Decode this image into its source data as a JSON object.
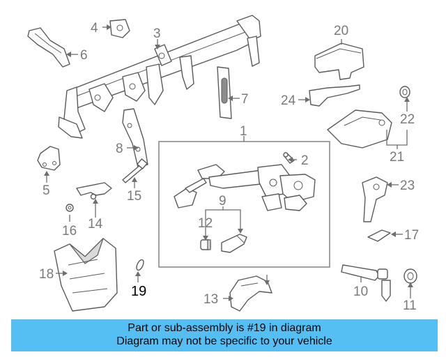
{
  "diagram": {
    "callouts": {
      "c1": "1",
      "c2": "2",
      "c3": "3",
      "c4": "4",
      "c5": "5",
      "c6": "6",
      "c7": "7",
      "c8": "8",
      "c9": "9",
      "c10": "10",
      "c11": "11",
      "c12": "12",
      "c13": "13",
      "c14": "14",
      "c15": "15",
      "c16": "16",
      "c17": "17",
      "c18": "18",
      "c19": "19",
      "c20": "20",
      "c21": "21",
      "c22": "22",
      "c23": "23",
      "c24": "24"
    },
    "highlighted_part": "19",
    "colors": {
      "banner": "#55bff3",
      "line_art": "#5a5a5a",
      "label": "#7a7a7a",
      "highlight": "#000000"
    }
  },
  "banner": {
    "line1": "Part or sub-assembly is #19 in diagram",
    "line2": "Diagram may not be specific to your vehicle"
  }
}
